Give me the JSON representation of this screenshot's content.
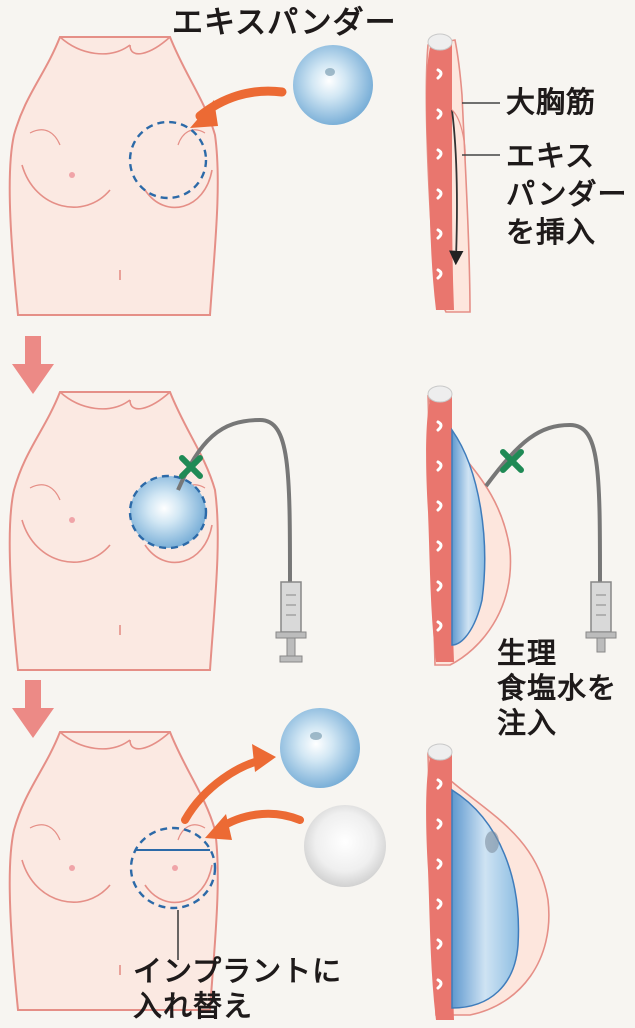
{
  "labels": {
    "expander_title": "エキスパンダー",
    "pectoralis": "大胸筋",
    "insert_line1": "エキス",
    "insert_line2": "パンダー",
    "insert_line3": "を挿入",
    "saline_line1": "生理",
    "saline_line2": "食塩水を",
    "saline_line3": "注入",
    "replace_line1": "インプラントに",
    "replace_line2": "入れ替え"
  },
  "colors": {
    "background": "#f7f5f1",
    "skin_fill": "#fbe9e2",
    "skin_outline": "#e58f87",
    "muscle": "#e9766e",
    "arrow_orange": "#ec6a34",
    "step_arrow_pink": "#ec8a86",
    "expander_blue": "#9fcbe8",
    "implant_white": "#eeeeee",
    "dashed_outline": "#2c6aa8",
    "valve_green": "#1f8a55",
    "tube_gray": "#777777"
  },
  "icons": {
    "step_arrow": "down-arrow-icon",
    "transfer_arrow": "curved-arrow-icon"
  }
}
